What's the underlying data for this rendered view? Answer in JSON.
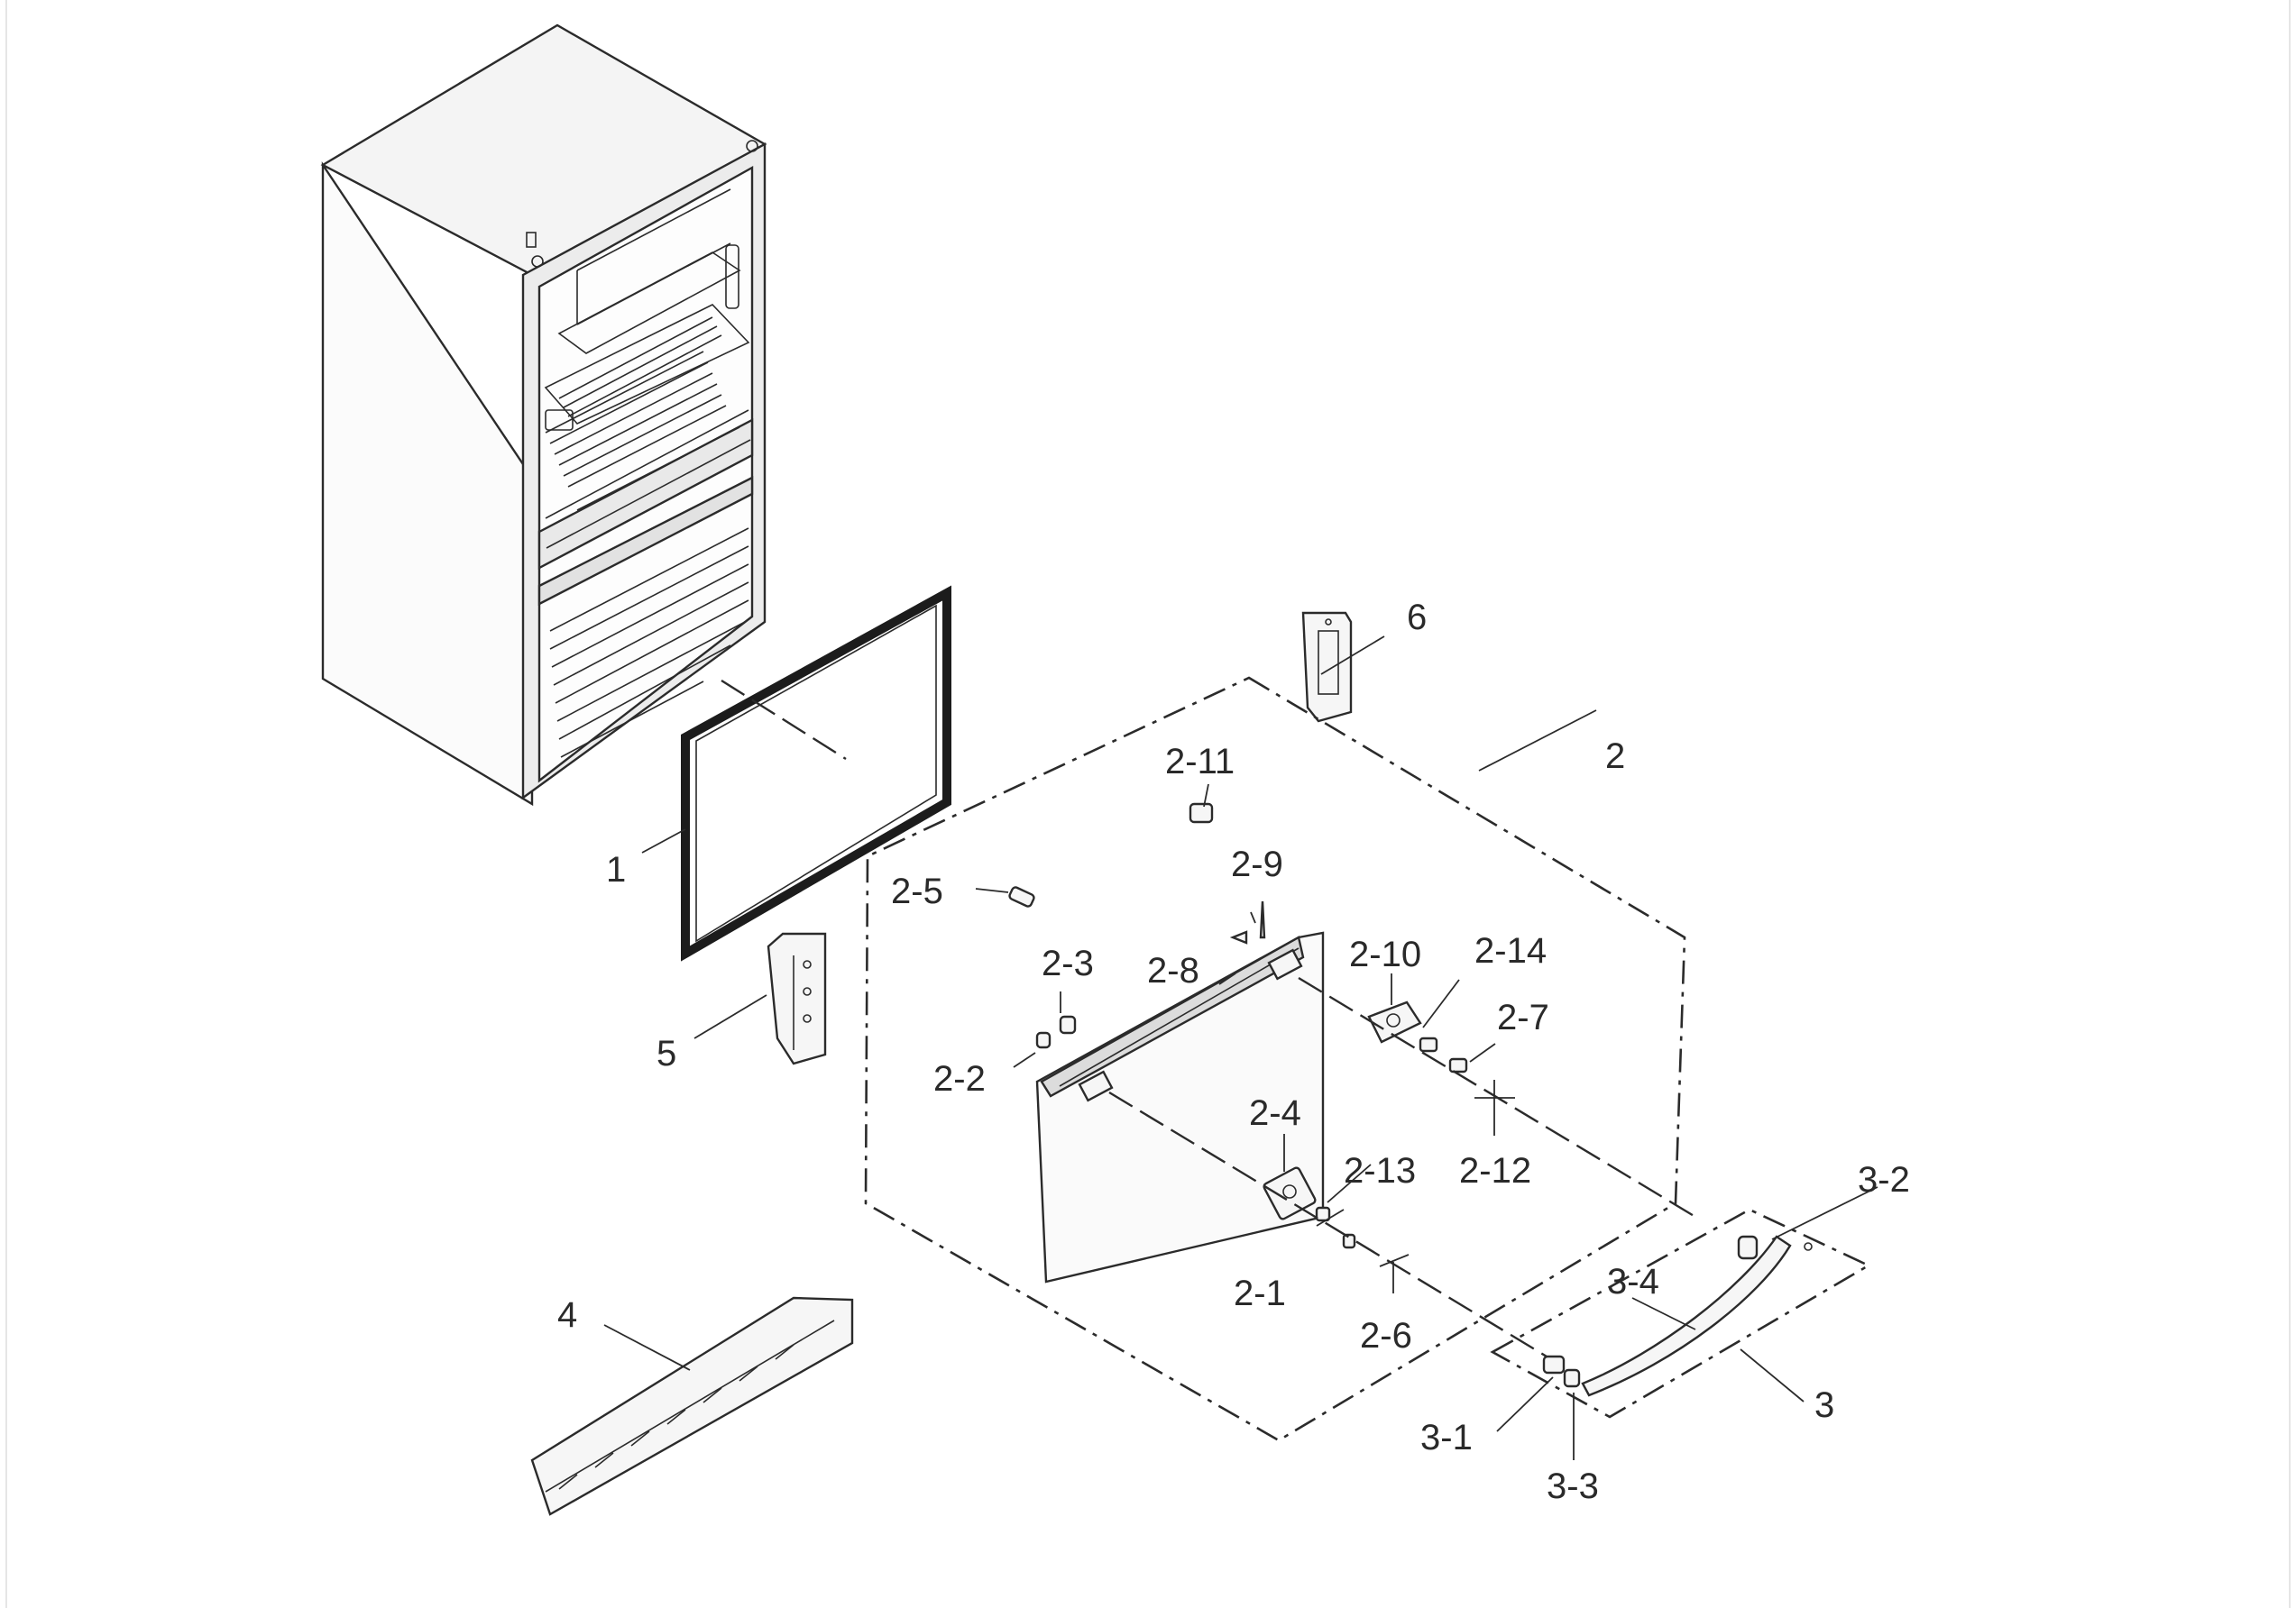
{
  "labels": {
    "l1": "1",
    "l2": "2",
    "l2_1": "2-1",
    "l2_2": "2-2",
    "l2_3": "2-3",
    "l2_4": "2-4",
    "l2_5": "2-5",
    "l2_6": "2-6",
    "l2_7": "2-7",
    "l2_8": "2-8",
    "l2_9": "2-9",
    "l2_10": "2-10",
    "l2_11": "2-11",
    "l2_12": "2-12",
    "l2_13": "2-13",
    "l2_14": "2-14",
    "l3": "3",
    "l3_1": "3-1",
    "l3_2": "3-2",
    "l3_3": "3-3",
    "l3_4": "3-4",
    "l4": "4",
    "l5": "5",
    "l6": "6"
  }
}
